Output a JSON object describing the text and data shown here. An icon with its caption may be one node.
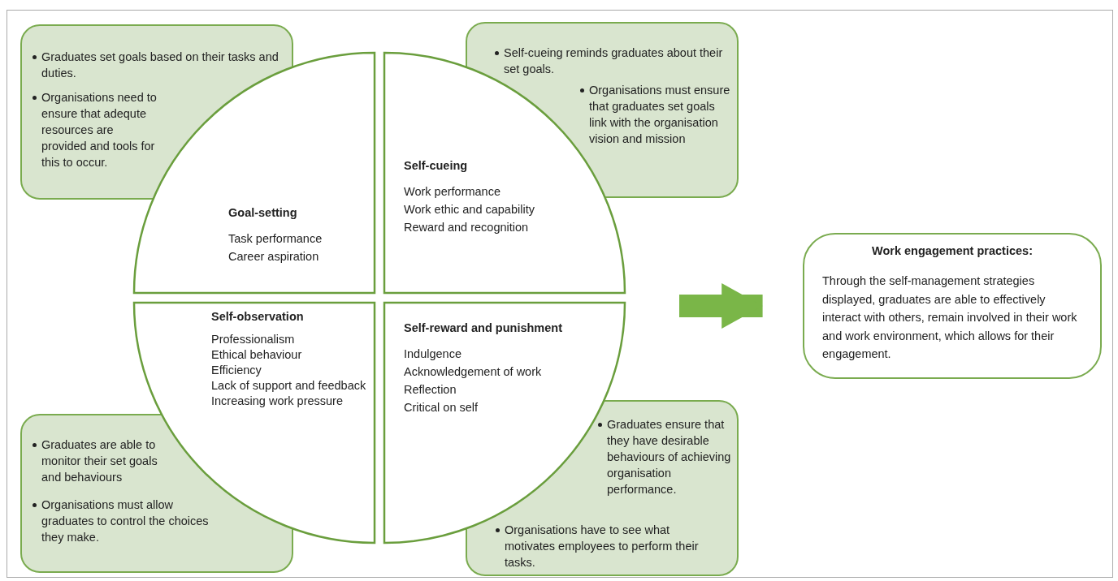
{
  "diagram": {
    "nodes": [
      {
        "text": [
          "Graduates set goals based on their tasks and duties.",
          "Organisations need to ensure that adequte resources are provided and tools for this to occur."
        ]
      },
      {
        "text": [
          "Self-cueing reminds graduates about their set goals.",
          "Organisations must ensure that graduates set goals link with the organisation vision and mission"
        ]
      },
      {
        "text": [
          "Goal-setting",
          "Task performance",
          "Career aspiration"
        ]
      },
      {
        "text": [
          "Self-cueing",
          "Work performance",
          "Work ethic and capability",
          "Reward and recognition"
        ]
      },
      {
        "text": [
          "Self-observation",
          "Professionalism",
          "Ethical behaviour",
          "Efficiency",
          "Lack of support and feedback",
          "Increasing work pressure"
        ]
      },
      {
        "text": [
          "Self-reward and punishment",
          "Indulgence",
          "Acknowledgement of work",
          "Reflection",
          "Critical on self"
        ]
      },
      {
        "text": [
          "Work engagement practices:",
          "Through the self-management strategies displayed, graduates are able to effectively interact with others, remain involved in their work and work environment, which allows for their engagement."
        ]
      },
      {
        "text": [
          "Graduates are able to monitor their set goals and behaviours",
          "Organisations must allow graduates to control the choices they make."
        ]
      },
      {
        "text": [
          "Graduates ensure that they have desirable behaviours of achieving organisation performance.",
          "Organisations have to see what motivates employees to perform their tasks."
        ]
      }
    ],
    "edges": [
      {
        "from": null,
        "to": 6,
        "arrow": "to"
      }
    ]
  }
}
